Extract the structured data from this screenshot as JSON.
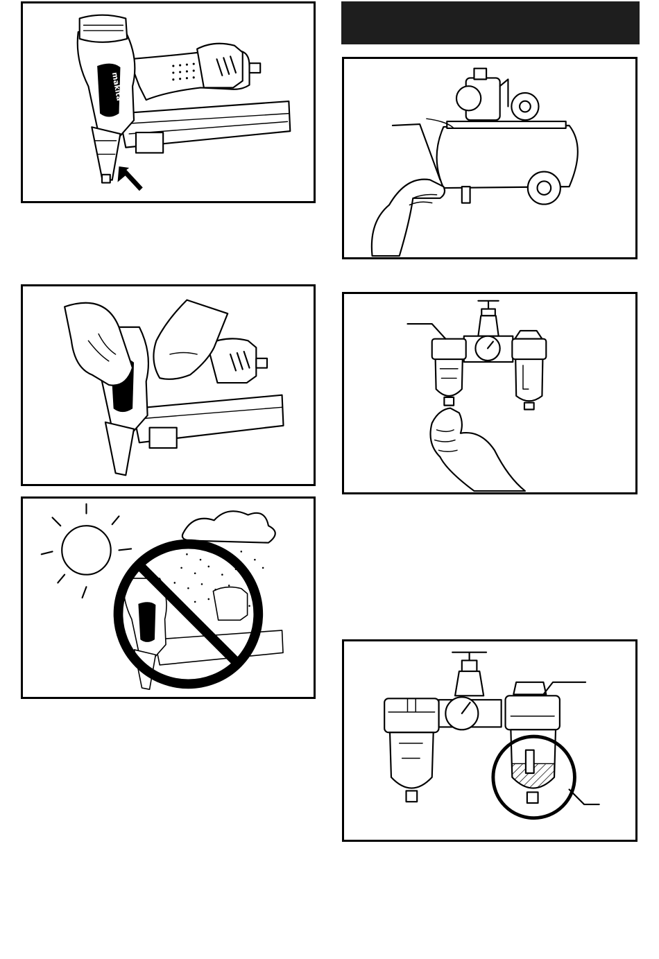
{
  "header": {
    "title": ""
  },
  "brand": {
    "logo_text": "makita"
  },
  "colors": {
    "ink": "#000000",
    "header_bg": "#1e1e1e",
    "paper": "#ffffff",
    "hatch": "#000000"
  },
  "panels": [
    {
      "id": "fig-nail-release",
      "icon": "arrow-pointer"
    },
    {
      "id": "fig-two-hand-hold"
    },
    {
      "id": "fig-no-sun-rain",
      "icon": "prohibition-sign"
    },
    {
      "id": "fig-compressor-drain"
    },
    {
      "id": "fig-filter-drain"
    },
    {
      "id": "fig-lubricator-level"
    }
  ]
}
